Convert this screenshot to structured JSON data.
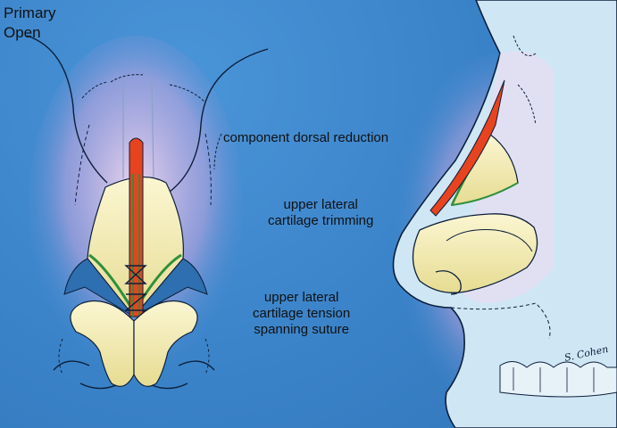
{
  "title": {
    "line1": "Primary",
    "line2": "Open"
  },
  "labels": {
    "dorsal_reduction": "component dorsal reduction",
    "cartilage_trimming": {
      "line1": "upper lateral",
      "line2": "cartilage trimming"
    },
    "tension_suture": {
      "line1": "upper lateral",
      "line2": "cartilage tension",
      "line3": "spanning suture"
    }
  },
  "signature": "S. Cohen",
  "colors": {
    "background": "#3f87cc",
    "cartilage": "#f2ebb0",
    "resection": "#e8431f",
    "suture_line": "#2f8f3a",
    "skin_outline": "#0c1f3a"
  }
}
